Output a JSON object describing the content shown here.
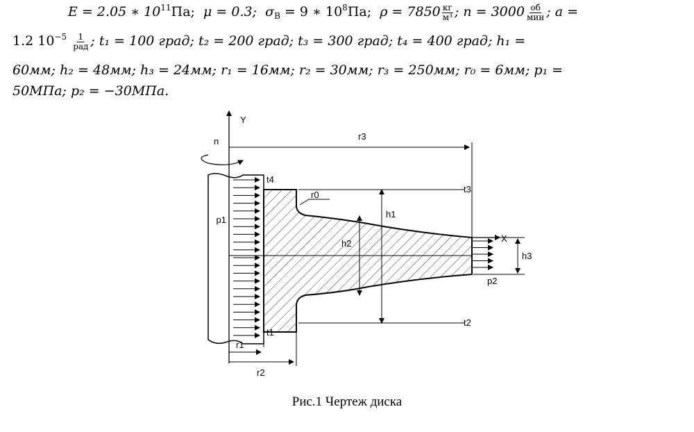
{
  "params": {
    "E": "E = 2.05 ∗ 10",
    "E_exp": "11",
    "E_unit": "Па;",
    "mu": "μ = 0.3;",
    "sigma_lhs": "σ",
    "sigma_sub": "В",
    "sigma_rhs": " = 9 ∗ 10",
    "sigma_exp": "8",
    "sigma_unit": "Па;",
    "rho": "ρ = 7850",
    "rho_num": "кг",
    "rho_den": "м³",
    "n": "; n = 3000",
    "n_num": "об",
    "n_den": "мин",
    "a": "; a =",
    "a_val": "1.2 10",
    "a_exp": "−5",
    "a_num": "1",
    "a_den": "рад",
    "t_line": "; t₁ = 100 град; t₂ = 200 град; t₃ = 300 град; t₄ = 400 град; h₁ =",
    "line3": "60мм; h₂ = 48мм; h₃ = 24мм; r₁ = 16мм; r₂ = 30мм; r₃ = 250мм; r₀ = 6мм; p₁ =",
    "line4": "50МПа; p₂ = −30МПа."
  },
  "figure": {
    "labels": {
      "Y": "Y",
      "X": "X",
      "n": "n",
      "r3": "r3",
      "t4": "t4",
      "t3": "t3",
      "r0": "r0",
      "h1": "h1",
      "p1": "p1",
      "h2": "h2",
      "h3": "h3",
      "p2": "p2",
      "t1": "t1",
      "t2": "t2",
      "r1": "r1",
      "r2": "r2"
    }
  },
  "caption": "Рис.1 Чертеж диска"
}
